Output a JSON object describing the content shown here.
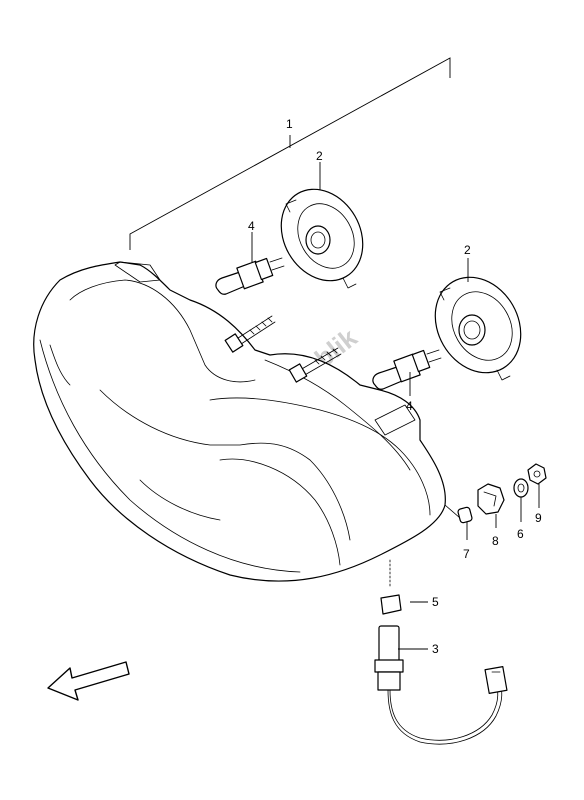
{
  "diagram": {
    "callouts": {
      "c1": "1",
      "c2a": "2",
      "c2b": "2",
      "c3": "3",
      "c4a": "4",
      "c4b": "4",
      "c5": "5",
      "c6": "6",
      "c7": "7",
      "c8": "8",
      "c9": "9"
    },
    "watermark": "PartsRepublik"
  }
}
